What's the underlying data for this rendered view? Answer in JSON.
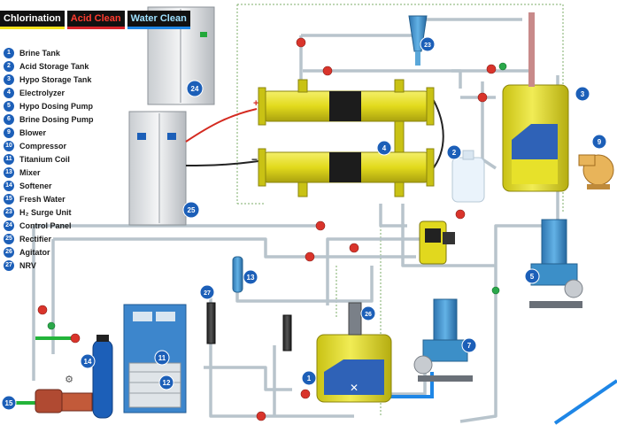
{
  "tabs": [
    {
      "label": "Chlorination",
      "color": "#f2e21b"
    },
    {
      "label": "Acid Clean",
      "color": "#d8242a"
    },
    {
      "label": "Water Clean",
      "color": "#1e86e6"
    }
  ],
  "legend": [
    {
      "num": "1",
      "label": "Brine Tank"
    },
    {
      "num": "2",
      "label": "Acid Storage Tank"
    },
    {
      "num": "3",
      "label": "Hypo Storage Tank"
    },
    {
      "num": "4",
      "label": "Electrolyzer"
    },
    {
      "num": "5",
      "label": "Hypo Dosing Pump"
    },
    {
      "num": "6",
      "label": "Brine Dosing Pump"
    },
    {
      "num": "9",
      "label": "Blower"
    },
    {
      "num": "10",
      "label": "Compressor"
    },
    {
      "num": "11",
      "label": "Titanium Coil"
    },
    {
      "num": "13",
      "label": "Mixer"
    },
    {
      "num": "14",
      "label": "Softener"
    },
    {
      "num": "15",
      "label": "Fresh Water"
    },
    {
      "num": "23",
      "label": "H₂ Surge Unit"
    },
    {
      "num": "24",
      "label": "Control Panel"
    },
    {
      "num": "25",
      "label": "Rectifier"
    },
    {
      "num": "26",
      "label": "Agitator"
    },
    {
      "num": "27",
      "label": "NRV"
    }
  ],
  "callouts": {
    "brine_tank": "1",
    "acid_tank": "2",
    "hypo_tank": "3",
    "electrolyzer": "4",
    "hypo_pump": "5",
    "brine_pump": "7",
    "blower": "9",
    "compressor": "11",
    "titanium_coil": "12",
    "mixer": "13",
    "softener": "14",
    "fresh_water": "15",
    "h2_surge": "23",
    "control_panel": "24",
    "rectifier": "25",
    "agitator": "26",
    "nrv": "27"
  },
  "polarity": {
    "plus": "+",
    "minus": "−"
  },
  "colors": {
    "pipe": "#b8c4cc",
    "valve": "#d9342b",
    "tank_yellow": "#e7e12a",
    "pump_blue": "#3c8fc8",
    "badge": "#1c5fb8",
    "cable_red": "#d42a20",
    "fresh_water": "#23b43a",
    "water_pipe": "#1e86e6"
  }
}
